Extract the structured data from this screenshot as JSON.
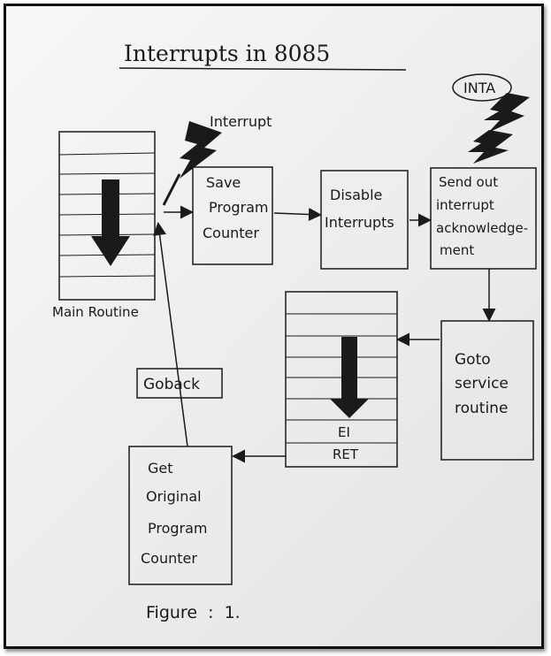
{
  "title": "Interrupts in 8085",
  "labels": {
    "interrupt": "Interrupt",
    "inta": "INTA",
    "main_routine": "Main Routine",
    "go_back": "Goback",
    "figure": "Figure  :  1."
  },
  "boxes": {
    "save_pc": [
      "Save",
      "Program",
      "Counter"
    ],
    "disable_int": [
      "Disable",
      "Interrupts"
    ],
    "send_ack": [
      "Send out",
      "interrupt",
      "acknowledge-",
      "ment"
    ],
    "goto_isr": [
      "Goto",
      "service",
      "routine"
    ],
    "get_pc": [
      "Get",
      "Original",
      "Program",
      "Counter"
    ]
  },
  "service_routine": {
    "ei": "EI",
    "ret": "RET"
  },
  "colors": {
    "ink": "#1a1a1a",
    "paper": "#f2f2f2",
    "frame": "#111111"
  }
}
